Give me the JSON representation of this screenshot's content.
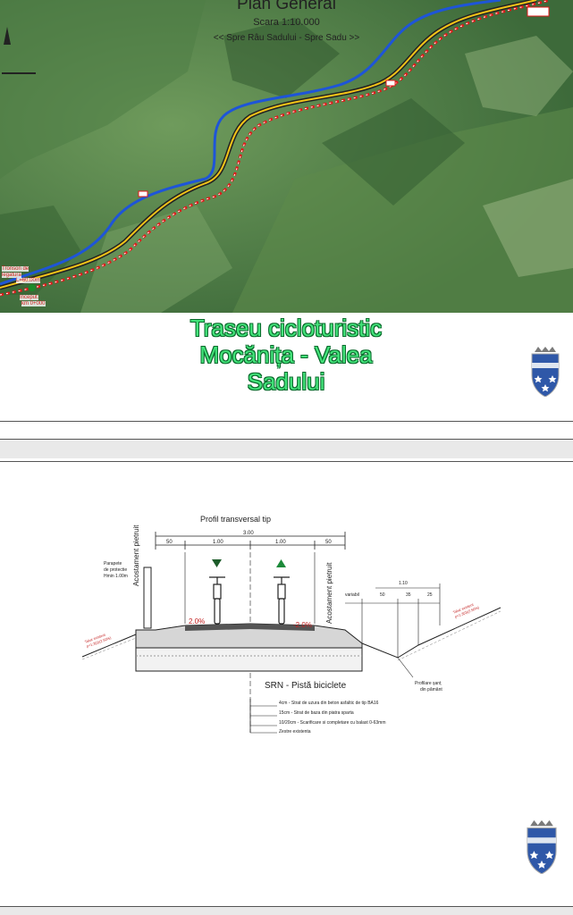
{
  "map": {
    "title": "Plan General",
    "scale": "Scara 1:10.000",
    "direction": "<< Spre Râu Sadului - Spre Sadu >>",
    "label_start_a": "Tronson de",
    "label_start_b": "legatura",
    "label_start_len": "L=60.00m",
    "label_inceput": "Inceput:",
    "label_km": "km 0+000",
    "colors": {
      "river": "#1e55d8",
      "route": "#e01818",
      "road": "#f2c418"
    }
  },
  "slide1": {
    "title_line1": "Traseu cicloturistic",
    "title_line2": "Mocănița - Valea",
    "title_line3": "Sadului"
  },
  "profile": {
    "title": "Profil transversal tip",
    "total_width": "3.00",
    "dim_left": "50",
    "dim_lane_left": "1.00",
    "dim_lane_right": "1.00",
    "dim_right": "50",
    "parapet_1": "Parapete",
    "parapet_2": "de protectie",
    "parapet_3": "Hmin 1.00m",
    "acostament_left": "Acostament pietruit",
    "acostament_right": "Acostament pietruit",
    "slope_left": "2.0%",
    "slope_right": "-2.0%",
    "dim_side_total": "1.10",
    "dim_variabil": "variabil",
    "dim_side_50": "50",
    "dim_side_35": "35",
    "dim_side_25": "25",
    "taluz_left_1": "Taluz existent",
    "taluz_left_2": "p=1:3(0)(2.50%)",
    "taluz_right_1": "Taluz existent",
    "taluz_right_2": "p=1:3(0)(2.50%)",
    "profilare_1": "Profilare șanț",
    "profilare_2": "din pământ",
    "section_title": "SRN - Pistă biciclete",
    "layer1": "4cm - Strat de uzura din beton asfaltic de tip BA16",
    "layer2": "15cm - Strat de baza din piatra sparta",
    "layer3": "10/20cm - Scarificare si completare cu balast 0-63mm",
    "layer4": "Zestre existenta"
  }
}
